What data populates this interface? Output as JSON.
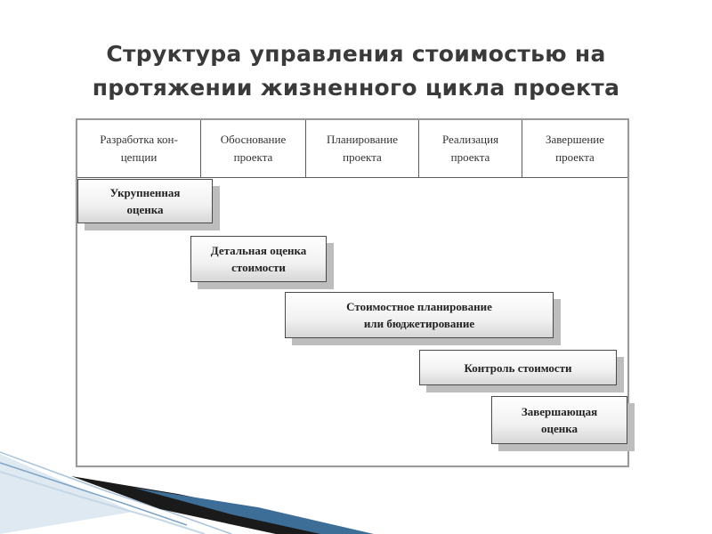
{
  "slide": {
    "title": "Структура управления стоимостью на протяжении жизненного цикла проекта"
  },
  "diagram": {
    "phases": [
      "Разработка кон-\nцепции",
      "Обоснование\nпроекта",
      "Планирование\nпроекта",
      "Реализация\nпроекта",
      "Завершение\nпроекта"
    ],
    "stages": [
      "Укрупненная\nоценка",
      "Детальная оценка\nстоимости",
      "Стоимостное планирование\nили бюджетирование",
      "Контроль стоимости",
      "Завершающая\nоценка"
    ]
  },
  "colors": {
    "title": "#3a3a3a",
    "frame": "#9a9a9a",
    "stage_border": "#4a4a4a",
    "stage_shadow": "#bdbdbd",
    "decoration": "#1f4e79"
  }
}
